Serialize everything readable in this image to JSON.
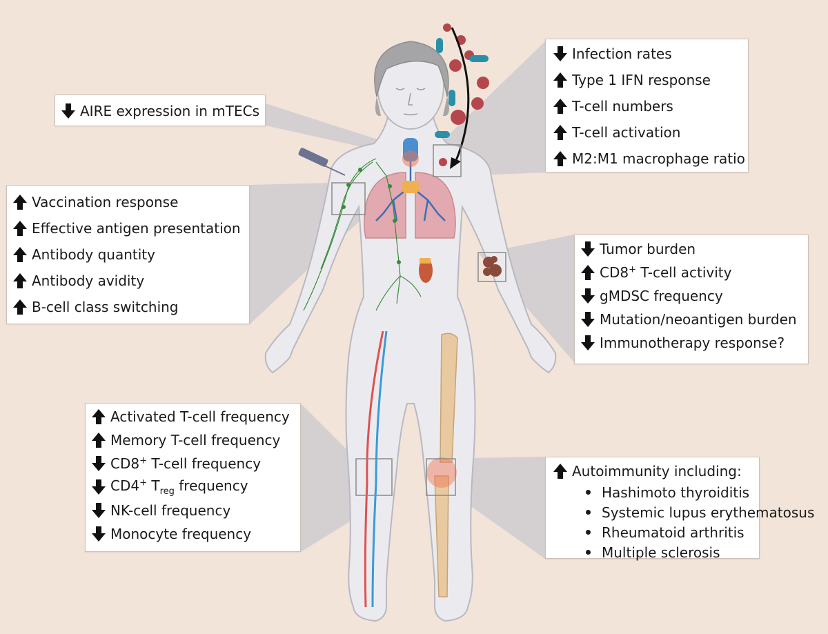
{
  "thymus": [
    {
      "dir": "down",
      "text": "AIRE expression in mTECs"
    }
  ],
  "infection": [
    {
      "dir": "down",
      "text": "Infection rates"
    },
    {
      "dir": "up",
      "text": "Type 1 IFN response"
    },
    {
      "dir": "up",
      "text": "T-cell numbers"
    },
    {
      "dir": "up",
      "text": "T-cell activation"
    },
    {
      "dir": "up",
      "text": "M2:M1 macrophage ratio"
    }
  ],
  "vaccination": [
    {
      "dir": "up",
      "text": "Vaccination response"
    },
    {
      "dir": "up",
      "text": "Effective antigen presentation"
    },
    {
      "dir": "up",
      "text": "Antibody quantity"
    },
    {
      "dir": "up",
      "text": "Antibody avidity"
    },
    {
      "dir": "up",
      "text": "B-cell class switching"
    }
  ],
  "tumor": [
    {
      "dir": "down",
      "text": "Tumor burden"
    },
    {
      "dir": "up",
      "pre": "CD8",
      "sup": "+",
      "post": " T-cell activity"
    },
    {
      "dir": "down",
      "text": "gMDSC frequency"
    },
    {
      "dir": "down",
      "text": "Mutation/neoantigen burden"
    },
    {
      "dir": "down",
      "text": "Immunotherapy response?"
    }
  ],
  "blood": [
    {
      "dir": "up",
      "text": "Activated T-cell frequency"
    },
    {
      "dir": "up",
      "text": "Memory T-cell frequency"
    },
    {
      "dir": "down",
      "pre": "CD8",
      "sup": "+",
      "post": " T-cell frequency"
    },
    {
      "dir": "down",
      "pre": "CD4",
      "sup": "+",
      "mid": " T",
      "sub": "reg",
      "post": " frequency"
    },
    {
      "dir": "down",
      "text": "NK-cell frequency"
    },
    {
      "dir": "down",
      "text": "Monocyte frequency"
    }
  ],
  "autoimmunity": {
    "header": {
      "dir": "up",
      "text": "Autoimmunity including:"
    },
    "bullets": [
      "Hashimoto thyroiditis",
      "Systemic lupus erythematosus",
      "Rheumatoid arthritis",
      "Multiple sclerosis"
    ]
  },
  "colors": {
    "background": "#f2e4d8",
    "lymph": "#3a8a3a",
    "lung": "#e2a9b0",
    "vein": "#3a9ad9",
    "artery": "#e05050",
    "bone": "#e8c9a0",
    "virus": "#b5474c",
    "bacteria": "#2b8fa8",
    "inflammation": "#f07050"
  }
}
